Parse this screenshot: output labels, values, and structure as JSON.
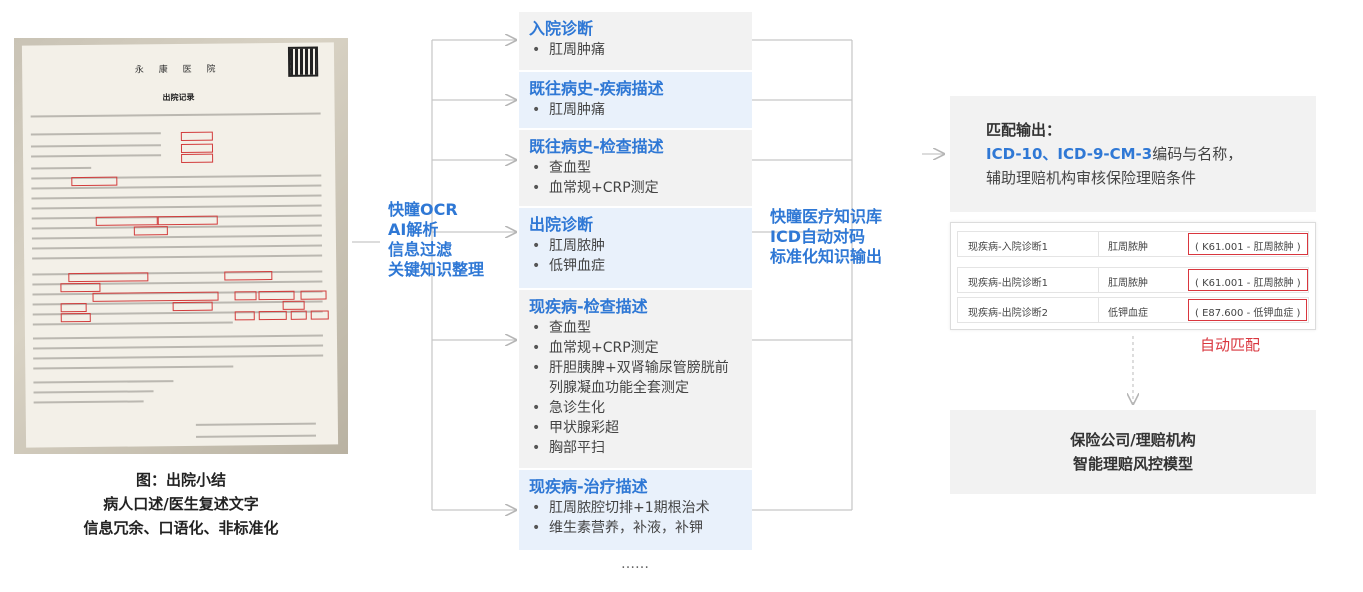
{
  "document": {
    "hospital_name": "永 康 医 院",
    "record_title": "出院记录",
    "caption_lines": [
      "图：出院小结",
      "病人口述/医生复述文字",
      "信息冗余、口语化、非标准化"
    ]
  },
  "left_label_lines": [
    "快瞳OCR",
    "AI解析",
    "信息过滤",
    "关键知识整理"
  ],
  "sections": [
    {
      "title": "入院诊断",
      "items": [
        "肛周肿痛"
      ]
    },
    {
      "title": "既往病史-疾病描述",
      "items": [
        "肛周肿痛"
      ]
    },
    {
      "title": "既往病史-检查描述",
      "items": [
        "查血型",
        "血常规+CRP测定"
      ]
    },
    {
      "title": "出院诊断",
      "items": [
        "肛周脓肿",
        "低钾血症"
      ]
    },
    {
      "title": "现疾病-检查描述",
      "items": [
        "查血型",
        "血常规+CRP测定",
        "肝胆胰脾+双肾输尿管膀胱前列腺凝血功能全套测定",
        "急诊生化",
        "甲状腺彩超",
        "胸部平扫"
      ]
    },
    {
      "title": "现疾病-治疗描述",
      "items": [
        "肛周脓腔切排+1期根治术",
        "维生素营养，补液，补钾"
      ]
    }
  ],
  "ellipsis": "……",
  "middle_label_lines": [
    "快瞳医疗知识库",
    "ICD自动对码",
    "标准化知识输出"
  ],
  "match_output": {
    "title": "匹配输出：",
    "line1_blue": "ICD-10、ICD-9-CM-3",
    "line1_rest": "编码与名称，",
    "line2": "辅助理赔机构审核保险理赔条件"
  },
  "table_rows": [
    {
      "key": "现疾病-入院诊断1",
      "value": "肛周脓肿",
      "code": "( K61.001 - 肛周脓肿 )"
    },
    {
      "key": "现疾病-出院诊断1",
      "value": "肛周脓肿",
      "code": "( K61.001 - 肛周脓肿 )"
    },
    {
      "key": "现疾病-出院诊断2",
      "value": "低钾血症",
      "code": "( E87.600 - 低钾血症 )"
    }
  ],
  "auto_match_label": "自动匹配",
  "final_box_lines": [
    "保险公司/理赔机构",
    "智能理赔风控模型"
  ],
  "colors": {
    "accent_blue": "#2f78d5",
    "highlight_red": "#d9363e",
    "section_shade": "#e9f1fb",
    "panel_gray": "#f2f2f2"
  }
}
